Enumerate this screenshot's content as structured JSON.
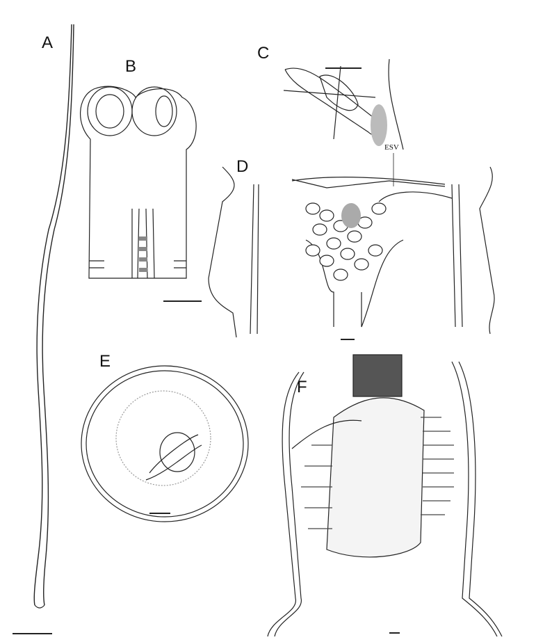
{
  "panels": [
    {
      "label": "A"
    },
    {
      "label": "B"
    },
    {
      "label": "C"
    },
    {
      "label": "D",
      "annotation": "ESV"
    },
    {
      "label": "E"
    },
    {
      "label": "F"
    }
  ]
}
